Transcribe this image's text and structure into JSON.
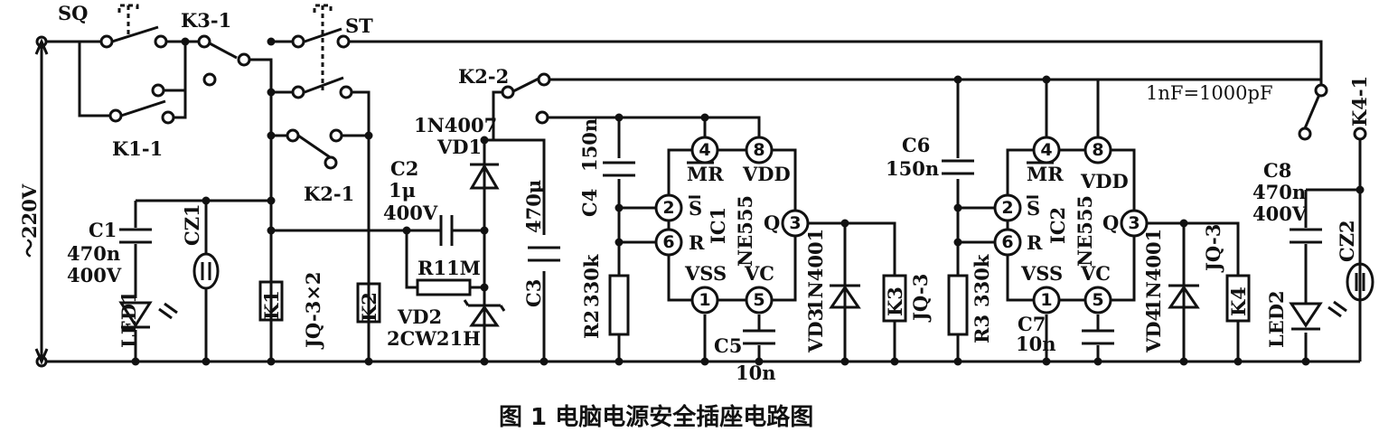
{
  "labels": {
    "sq": "SQ",
    "k3_1": "K3-1",
    "st": "ST",
    "k1_1": "K1-1",
    "k2_2": "K2-2",
    "k2_1": "K2-1",
    "vd1_type": "1N4007",
    "vd1": "VD1",
    "c2": "C2",
    "c2_val": "1μ",
    "c2_volt": "400V",
    "r1": "R11M",
    "vd2": "VD2",
    "vd2_type": "2CW21H",
    "c1": "C1",
    "c1_val": "470n",
    "c1_volt": "400V",
    "led1": "LED1",
    "cz1": "CZ1",
    "k1": "K1",
    "k2": "K2",
    "jq_x2": "JQ-3×2",
    "c4": "C4",
    "c4_val": "150n",
    "c3": "C3",
    "c3_val": "470μ",
    "r2": "R2",
    "r2_val": "330k",
    "c5": "C5",
    "c5_val": "10n",
    "vd3": "VD3",
    "vd3_type": "1N4001",
    "k3": "K3",
    "k3_type": "JQ-3",
    "c6": "C6",
    "c6_val": "150n",
    "r3": "R3",
    "r3_val": "330k",
    "c7": "C7",
    "c7_val": "10n",
    "vd4": "VD4",
    "vd4_type": "1N4001",
    "k4": "K4",
    "k4_type": "JQ-3",
    "c8": "C8",
    "c8_val": "470n",
    "c8_volt": "400V",
    "cz2": "CZ2",
    "led2": "LED2",
    "k4_1": "K4-1",
    "note": "1nF=1000pF",
    "v220": "～220V",
    "caption": "图 1  电脑电源安全插座电路图"
  },
  "ic1": {
    "name": "IC1",
    "type": "NE555",
    "mr": "MR",
    "s": "S",
    "r": "R",
    "vdd": "VDD",
    "vss": "VSS",
    "vc": "VC",
    "q": "Q",
    "pins": {
      "p4": "4",
      "p8": "8",
      "p2": "2",
      "p6": "6",
      "p3": "3",
      "p1": "1",
      "p5": "5"
    }
  },
  "ic2": {
    "name": "IC2",
    "type": "NE555",
    "mr": "MR",
    "s": "S",
    "r": "R",
    "vdd": "VDD",
    "vss": "VSS",
    "vc": "VC",
    "q": "Q",
    "pins": {
      "p4": "4",
      "p8": "8",
      "p2": "2",
      "p6": "6",
      "p3": "3",
      "p1": "1",
      "p5": "5"
    }
  }
}
